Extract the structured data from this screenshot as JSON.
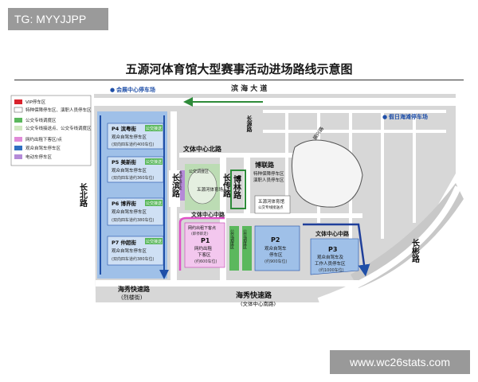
{
  "tag": "TG: MYYJJPP",
  "title": "五源河体育馆大型赛事活动进场路线示意图",
  "watermark": "www.wc26stats.com",
  "legend": [
    {
      "label": "VIP停车区",
      "color": "#d9232d"
    },
    {
      "label": "特种保障停车区、演职人员停车区",
      "color": "#ffffff"
    },
    {
      "label": "公交专线调度区",
      "color": "#5bb85d"
    },
    {
      "label": "公交专线接送点、公交专线调度区",
      "color": "#cfe8c0"
    },
    {
      "label": "网约出租下客区/点",
      "color": "#e08ad8"
    },
    {
      "label": "观众自驾车停车区",
      "color": "#2f6fc1"
    },
    {
      "label": "电动车停车区",
      "color": "#b48ad8"
    }
  ],
  "parking": {
    "p4": {
      "name": "P4 滨粤街",
      "sub": "观众自驾车停车区",
      "cap": "(双向四车道约400车位)"
    },
    "p5": {
      "name": "P5 美新街",
      "sub": "观众自驾车停车区",
      "cap": "(双向四车道约360车位)"
    },
    "p6": {
      "name": "P6 博界街",
      "sub": "观众自驾车停车区",
      "cap": "(双向四车道约380车位)"
    },
    "p7": {
      "name": "P7 仲超街",
      "sub": "观众自驾车停车区",
      "cap": "(双向四车道约380车位)"
    },
    "p1": {
      "name": "P1",
      "l1": "网约出租",
      "l2": "下客区",
      "l3": "(约600车位)",
      "top": "网约出租下客点",
      "top2": "(即停即走)"
    },
    "p2": {
      "name": "P2",
      "l1": "观众自驾车",
      "l2": "停车区",
      "l3": "(约900车位)"
    },
    "p3": {
      "name": "P3",
      "l1": "观众自驾车及",
      "l2": "工作人员停车区",
      "l3": "(约1000车位)"
    }
  },
  "bus_stop": "公交接送",
  "roads": {
    "binhai": "滨 海 大 道",
    "changbei": "长北路",
    "changbin": "长滨路",
    "changchuan": "长传路",
    "bolin": "博林路",
    "bolian": "博联路",
    "changyuan": "长源路",
    "zhenxing": "振兴路",
    "changbin2": "长彬路",
    "wenbei": "文体中心北路",
    "wenzhong": "文体中心中路",
    "wenzhong2": "文体中心中路",
    "haixiu1": "海秀快速路",
    "haixiu1b": "(烈楼街)",
    "haixiu2": "海秀快速路",
    "haixiu2b": "(文体中心南路)"
  },
  "areas": {
    "huizhan": "会展中心停车场",
    "jiari": "假日海滩停车场",
    "gym": "五源河体育馆",
    "stadium": "五源河体育场",
    "special": "特种保障停车区",
    "staff": "演职人员停车区",
    "ebike": "电动车停车区",
    "bus_dispatch": "公交调度区",
    "bus_stop2": "公交专线接送点",
    "bus_dispatch1": "公交调度区",
    "bus_dispatch2": "公交调度区"
  }
}
